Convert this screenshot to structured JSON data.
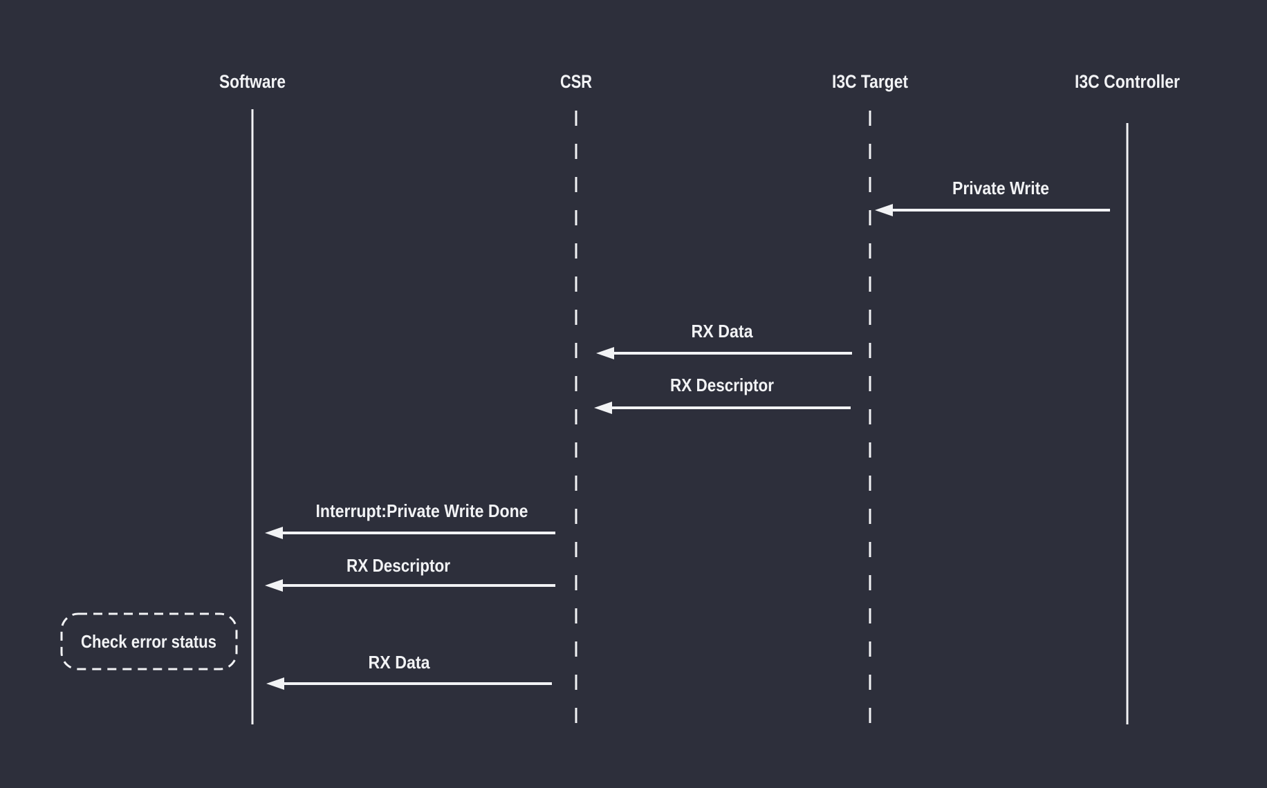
{
  "diagram": {
    "type": "sequence-diagram",
    "colors": {
      "background": "#2d2f3b",
      "foreground": "#f2f3f5"
    },
    "actors": [
      {
        "name": "Software",
        "lifeline_style": "solid"
      },
      {
        "name": "CSR",
        "lifeline_style": "dashed"
      },
      {
        "name": "I3C Target",
        "lifeline_style": "dashed"
      },
      {
        "name": "I3C Controller",
        "lifeline_style": "solid"
      }
    ],
    "messages": [
      {
        "label": "Private Write",
        "from": "I3C Controller",
        "to": "I3C Target",
        "direction": "left"
      },
      {
        "label": "RX Data",
        "from": "I3C Target",
        "to": "CSR",
        "direction": "left"
      },
      {
        "label": "RX Descriptor",
        "from": "I3C Target",
        "to": "CSR",
        "direction": "left"
      },
      {
        "label": "Interrupt:Private Write Done",
        "from": "CSR",
        "to": "Software",
        "direction": "left"
      },
      {
        "label": "RX Descriptor",
        "from": "CSR",
        "to": "Software",
        "direction": "left"
      },
      {
        "label": "RX Data",
        "from": "CSR",
        "to": "Software",
        "direction": "left"
      }
    ],
    "note": {
      "label": "Check error status"
    }
  }
}
